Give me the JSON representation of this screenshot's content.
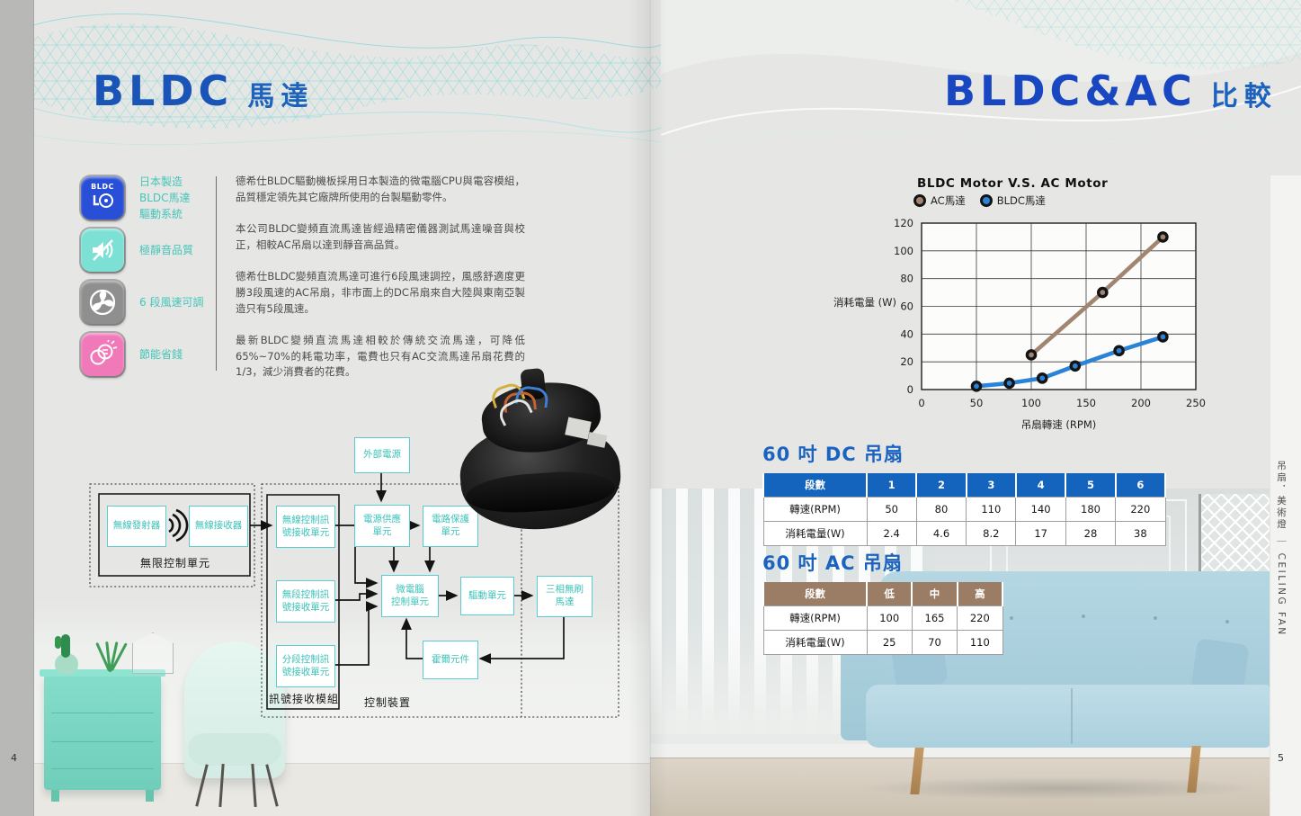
{
  "left_page": {
    "page_number": "4",
    "title_en": "BLDC",
    "title_zh": "馬達",
    "features": [
      {
        "icon": "bldc-drive-icon",
        "label": "日本製造\nBLDC馬達\n驅動系統",
        "tile_color": "#2a4fd7"
      },
      {
        "icon": "mute-speaker-icon",
        "label": "極靜音品質",
        "tile_color": "#7de0d4"
      },
      {
        "icon": "fan-speed-icon",
        "label": "6 段風速可調",
        "tile_color": "#8f8f8f"
      },
      {
        "icon": "coins-icon",
        "label": "節能省錢",
        "tile_color": "#f07ab9"
      }
    ],
    "paragraphs": [
      "德希仕BLDC驅動機板採用日本製造的微電腦CPU與電容模組，品質穩定領先其它廠牌所使用的台製驅動零件。",
      "本公司BLDC變頻直流馬達皆經過精密儀器測試馬達噪音與校正，相較AC吊扇以達到靜音高品質。",
      "德希仕BLDC變頻直流馬達可進行6段風速調控，風感舒適度更勝3段風速的AC吊扇，非市面上的DC吊扇來自大陸與東南亞製造只有5段風速。",
      "最新BLDC變頻直流馬達相較於傳統交流馬達，可降低65%~70%的耗電功率，電費也只有AC交流馬達吊扇花費的1/3，減少消費者的花費。"
    ],
    "diagram": {
      "external_power": "外部電源",
      "wireless_transmitter": "無線發射器",
      "wireless_receiver": "無線接收器",
      "wireless_group_label": "無限控制單元",
      "wireless_signal_unit": "無線控制訊\n號接收單元",
      "stepless_signal_unit": "無段控制訊\n號接收單元",
      "staged_signal_unit": "分段控制訊\n號接收單元",
      "signal_module_label": "訊號接收模組",
      "power_supply_unit": "電源供應\n單元",
      "circuit_protection_unit": "電路保護\n單元",
      "mcu_unit": "微電腦\n控制單元",
      "drive_unit": "驅動單元",
      "motor_unit": "三相無刷\n馬達",
      "hall_unit": "霍爾元件",
      "control_device_label": "控制裝置"
    }
  },
  "right_page": {
    "page_number": "5",
    "title_en": "BLDC&AC",
    "title_zh": "比較",
    "dc_section_title": "60 吋 DC 吊扇",
    "ac_section_title": "60 吋 AC 吊扇",
    "dc_table": {
      "header_color": "#1463bd",
      "header": [
        "段數",
        "1",
        "2",
        "3",
        "4",
        "5",
        "6"
      ],
      "rows": [
        [
          "轉速(RPM)",
          "50",
          "80",
          "110",
          "140",
          "180",
          "220"
        ],
        [
          "消耗電量(W)",
          "2.4",
          "4.6",
          "8.2",
          "17",
          "28",
          "38"
        ]
      ]
    },
    "ac_table": {
      "header_color": "#9b7c64",
      "header": [
        "段數",
        "低",
        "中",
        "高"
      ],
      "rows": [
        [
          "轉速(RPM)",
          "100",
          "165",
          "220"
        ],
        [
          "消耗電量(W)",
          "25",
          "70",
          "110"
        ]
      ]
    },
    "edge_strip_text": "吊扇．美術燈 ｜ CEILING FAN"
  },
  "chart_data": {
    "type": "line",
    "title": "BLDC Motor V.S. AC Motor",
    "xlabel": "吊扇轉速 (RPM)",
    "ylabel": "消耗電量 (W)",
    "xlim": [
      0,
      250
    ],
    "ylim": [
      0,
      120
    ],
    "xticks": [
      0,
      50,
      100,
      150,
      200,
      250
    ],
    "yticks": [
      0,
      20,
      40,
      60,
      80,
      100,
      120
    ],
    "grid": true,
    "legend_position": "top-left",
    "series": [
      {
        "name": "AC馬達",
        "color": "#a18570",
        "x": [
          100,
          165,
          220
        ],
        "y": [
          25,
          70,
          110
        ]
      },
      {
        "name": "BLDC馬達",
        "color": "#2b82d9",
        "x": [
          50,
          80,
          110,
          140,
          180,
          220
        ],
        "y": [
          2.4,
          4.6,
          8.2,
          17,
          28,
          38
        ]
      }
    ]
  }
}
